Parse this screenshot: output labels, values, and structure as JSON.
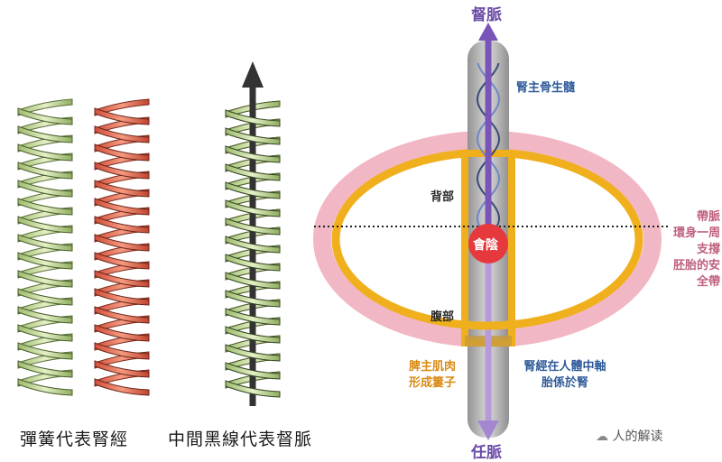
{
  "captions": {
    "left": "彈簧代表腎經",
    "middle": "中間黑線代表督脈"
  },
  "right": {
    "top": "督脈",
    "bottom": "任脈",
    "marrow": "腎主骨生髓",
    "back": "背部",
    "belly": "腹部",
    "huiyin": "會陰",
    "dai_line1": "帶脈",
    "dai_line2": "環身一周",
    "dai_line3": "支撐",
    "dai_line4": "胚胎的安",
    "dai_line5": "全帶",
    "spleen_line1": "脾主肌肉",
    "spleen_line2": "形成簍子",
    "kidney_line1": "腎經在人體中軸",
    "kidney_line2": "胎係於腎"
  },
  "watermark": "人的解读",
  "colors": {
    "green_spring": "#c9dfa3",
    "red_spring": "#e9705a",
    "belt_pink": "#f2b7c4",
    "belt_orange": "#f0b01e",
    "channel_purple": "#7a55b8",
    "huiyin_red": "#e5393d"
  }
}
